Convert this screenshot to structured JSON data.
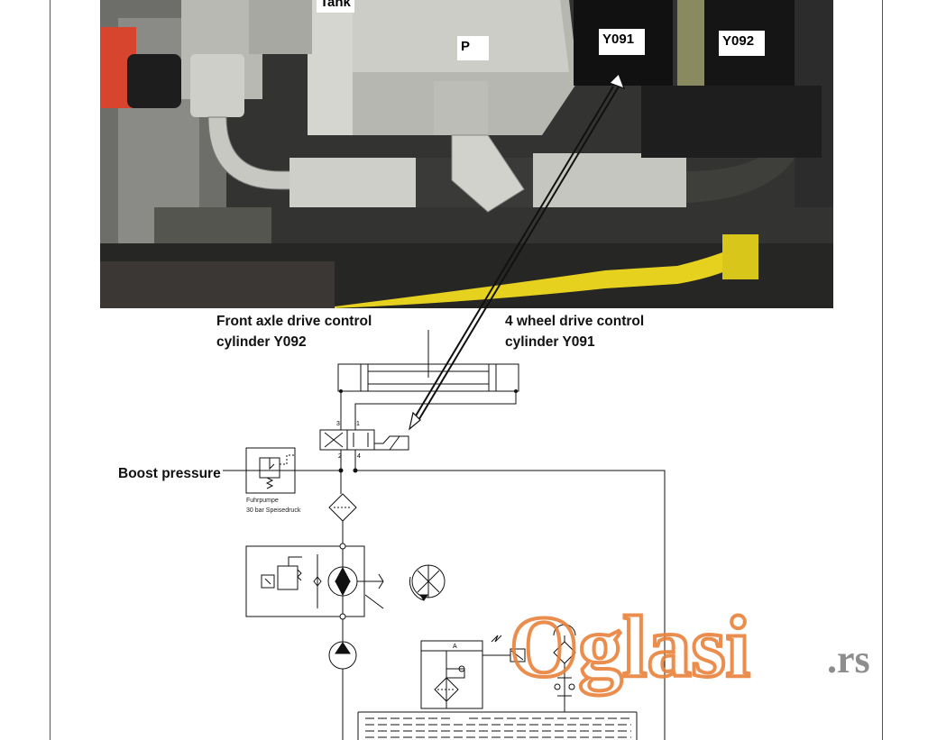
{
  "photo": {
    "labels": {
      "tank": "Tank",
      "p": "P",
      "y091": "Y091",
      "y092": "Y092"
    }
  },
  "captions": {
    "front_axle_line1": "Front axle drive control",
    "front_axle_line2": "cylinder Y092",
    "four_wheel_line1": "4 wheel drive control",
    "four_wheel_line2": "cylinder Y091",
    "boost_pressure": "Boost pressure"
  },
  "schematic": {
    "valve_ports": [
      "3",
      "1",
      "2",
      "4"
    ],
    "pump_label_line1": "Fuhrpumpe",
    "pump_label_line2": "30 bar Speisedruck",
    "filter_block_port": "A"
  },
  "watermark": {
    "brand": "Oglasi",
    "suffix": ".rs",
    "colors": {
      "brand": "#e8813a",
      "suffix": "#7a7a7a"
    }
  },
  "colors": {
    "line": "#111111",
    "frame": "#555555",
    "photo_dark": "#1c1c1c",
    "photo_metal": "#a9a9a5",
    "hose_yellow": "#e6d21e"
  }
}
